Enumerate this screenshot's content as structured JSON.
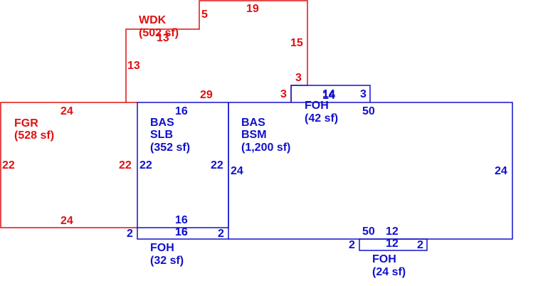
{
  "colors": {
    "red": "#e01010",
    "blue": "#1010cc",
    "background": "#ffffff"
  },
  "areas": {
    "wdk": {
      "code": "WDK",
      "area": "(502 sf)",
      "dims": {
        "top_left": "5",
        "top": "19",
        "right": "15",
        "right_step": "3",
        "step_over": "3",
        "bottom": "29",
        "left": "13",
        "top_inner": "13"
      }
    },
    "fgr": {
      "code": "FGR",
      "area": "(528 sf)",
      "dims": {
        "top": "24",
        "bottom": "24",
        "left": "22",
        "right": "22"
      }
    },
    "bas_slb": {
      "code": "BAS",
      "sub": "SLB",
      "area": "(352 sf)",
      "dims": {
        "top": "16",
        "bottom": "16",
        "left": "22",
        "right": "22"
      }
    },
    "bas_bsm": {
      "code": "BAS",
      "sub": "BSM",
      "area": "(1,200 sf)",
      "dims": {
        "top": "50",
        "bottom": "50",
        "left": "24",
        "right": "24"
      }
    },
    "foh_top": {
      "code": "FOH",
      "area": "(42 sf)",
      "dims": {
        "top": "14",
        "bottom": "14",
        "right": "3"
      }
    },
    "foh_left": {
      "code": "FOH",
      "area": "(32 sf)",
      "dims": {
        "top": "16",
        "bottom": "16",
        "left": "2",
        "right": "2"
      }
    },
    "foh_right": {
      "code": "FOH",
      "area": "(24 sf)",
      "dims": {
        "top": "12",
        "bottom": "12",
        "left": "2",
        "right": "2"
      }
    }
  }
}
